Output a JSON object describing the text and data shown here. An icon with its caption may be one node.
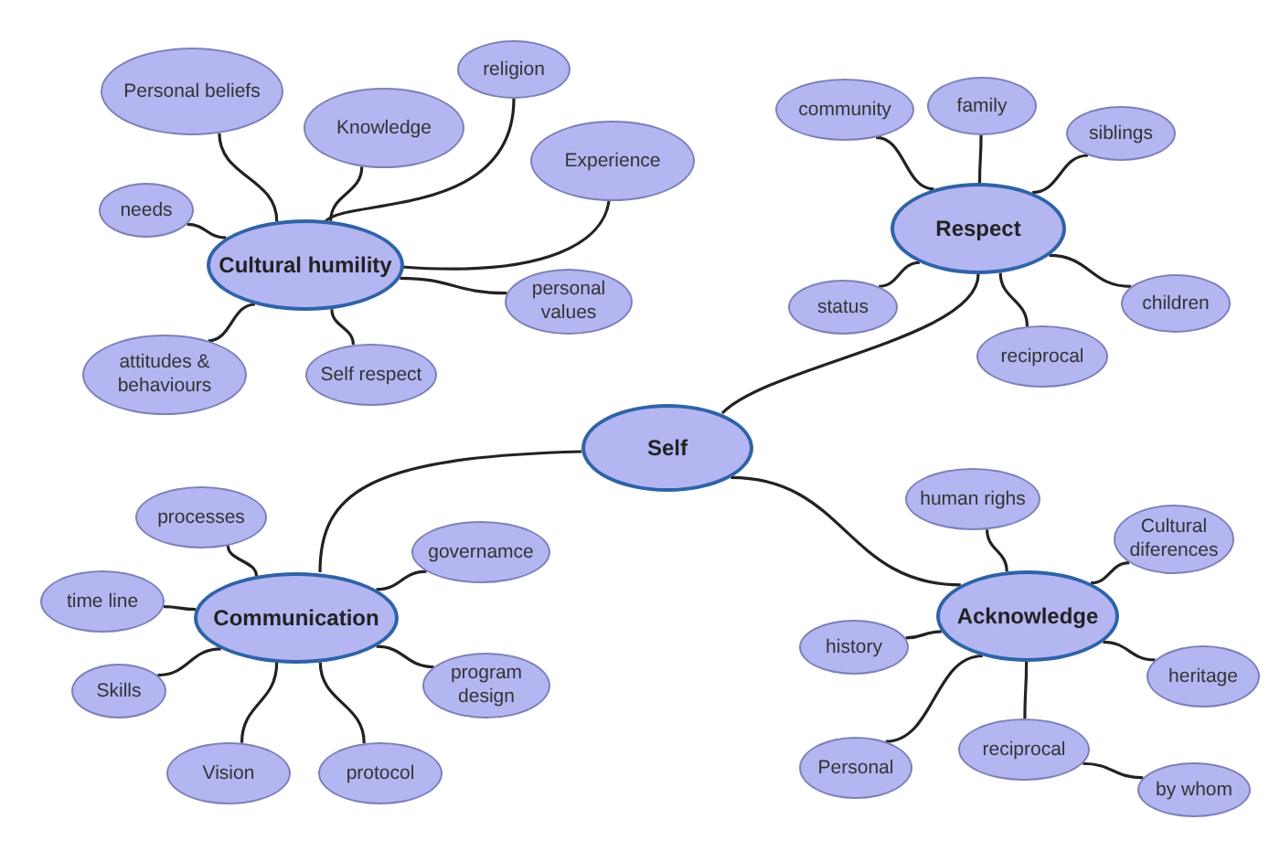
{
  "diagram": {
    "nodes": [
      {
        "text": [
          "Self"
        ]
      },
      {
        "text": [
          "Cultural humility"
        ]
      },
      {
        "text": [
          "Personal beliefs"
        ]
      },
      {
        "text": [
          "Knowledge"
        ]
      },
      {
        "text": [
          "religion"
        ]
      },
      {
        "text": [
          "Experience"
        ]
      },
      {
        "text": [
          "needs"
        ]
      },
      {
        "text": [
          "personal values"
        ]
      },
      {
        "text": [
          "attitudes & behaviours"
        ]
      },
      {
        "text": [
          "Self respect"
        ]
      },
      {
        "text": [
          "Respect"
        ]
      },
      {
        "text": [
          "community"
        ]
      },
      {
        "text": [
          "family"
        ]
      },
      {
        "text": [
          "siblings"
        ]
      },
      {
        "text": [
          "status"
        ]
      },
      {
        "text": [
          "reciprocal"
        ]
      },
      {
        "text": [
          "children"
        ]
      },
      {
        "text": [
          "Communication"
        ]
      },
      {
        "text": [
          "processes"
        ]
      },
      {
        "text": [
          "governamce"
        ]
      },
      {
        "text": [
          "time line"
        ]
      },
      {
        "text": [
          "Skills"
        ]
      },
      {
        "text": [
          "program design"
        ]
      },
      {
        "text": [
          "Vision"
        ]
      },
      {
        "text": [
          "protocol"
        ]
      },
      {
        "text": [
          "Acknowledge"
        ]
      },
      {
        "text": [
          "human righs"
        ]
      },
      {
        "text": [
          "Cultural diferences"
        ]
      },
      {
        "text": [
          "history"
        ]
      },
      {
        "text": [
          "heritage"
        ]
      },
      {
        "text": [
          "Personal"
        ]
      },
      {
        "text": [
          "reciprocal"
        ]
      },
      {
        "text": [
          "by whom"
        ]
      }
    ],
    "edges": [
      {
        "from": 0,
        "to": 10,
        "arrow": "none"
      },
      {
        "from": 0,
        "to": 17,
        "arrow": "none"
      },
      {
        "from": 0,
        "to": 25,
        "arrow": "none"
      },
      {
        "from": 1,
        "to": 2,
        "arrow": "none"
      },
      {
        "from": 1,
        "to": 3,
        "arrow": "none"
      },
      {
        "from": 1,
        "to": 4,
        "arrow": "none"
      },
      {
        "from": 1,
        "to": 5,
        "arrow": "none"
      },
      {
        "from": 1,
        "to": 6,
        "arrow": "none"
      },
      {
        "from": 1,
        "to": 7,
        "arrow": "none"
      },
      {
        "from": 1,
        "to": 8,
        "arrow": "none"
      },
      {
        "from": 1,
        "to": 9,
        "arrow": "none"
      },
      {
        "from": 10,
        "to": 11,
        "arrow": "none"
      },
      {
        "from": 10,
        "to": 12,
        "arrow": "none"
      },
      {
        "from": 10,
        "to": 13,
        "arrow": "none"
      },
      {
        "from": 10,
        "to": 14,
        "arrow": "none"
      },
      {
        "from": 10,
        "to": 15,
        "arrow": "none"
      },
      {
        "from": 10,
        "to": 16,
        "arrow": "none"
      },
      {
        "from": 17,
        "to": 18,
        "arrow": "none"
      },
      {
        "from": 17,
        "to": 19,
        "arrow": "none"
      },
      {
        "from": 17,
        "to": 20,
        "arrow": "none"
      },
      {
        "from": 17,
        "to": 21,
        "arrow": "none"
      },
      {
        "from": 17,
        "to": 22,
        "arrow": "none"
      },
      {
        "from": 17,
        "to": 23,
        "arrow": "none"
      },
      {
        "from": 17,
        "to": 24,
        "arrow": "none"
      },
      {
        "from": 25,
        "to": 26,
        "arrow": "none"
      },
      {
        "from": 25,
        "to": 27,
        "arrow": "none"
      },
      {
        "from": 25,
        "to": 28,
        "arrow": "none"
      },
      {
        "from": 25,
        "to": 29,
        "arrow": "none"
      },
      {
        "from": 25,
        "to": 30,
        "arrow": "none"
      },
      {
        "from": 25,
        "to": 31,
        "arrow": "none"
      },
      {
        "from": 31,
        "to": 32,
        "arrow": "none"
      }
    ]
  }
}
